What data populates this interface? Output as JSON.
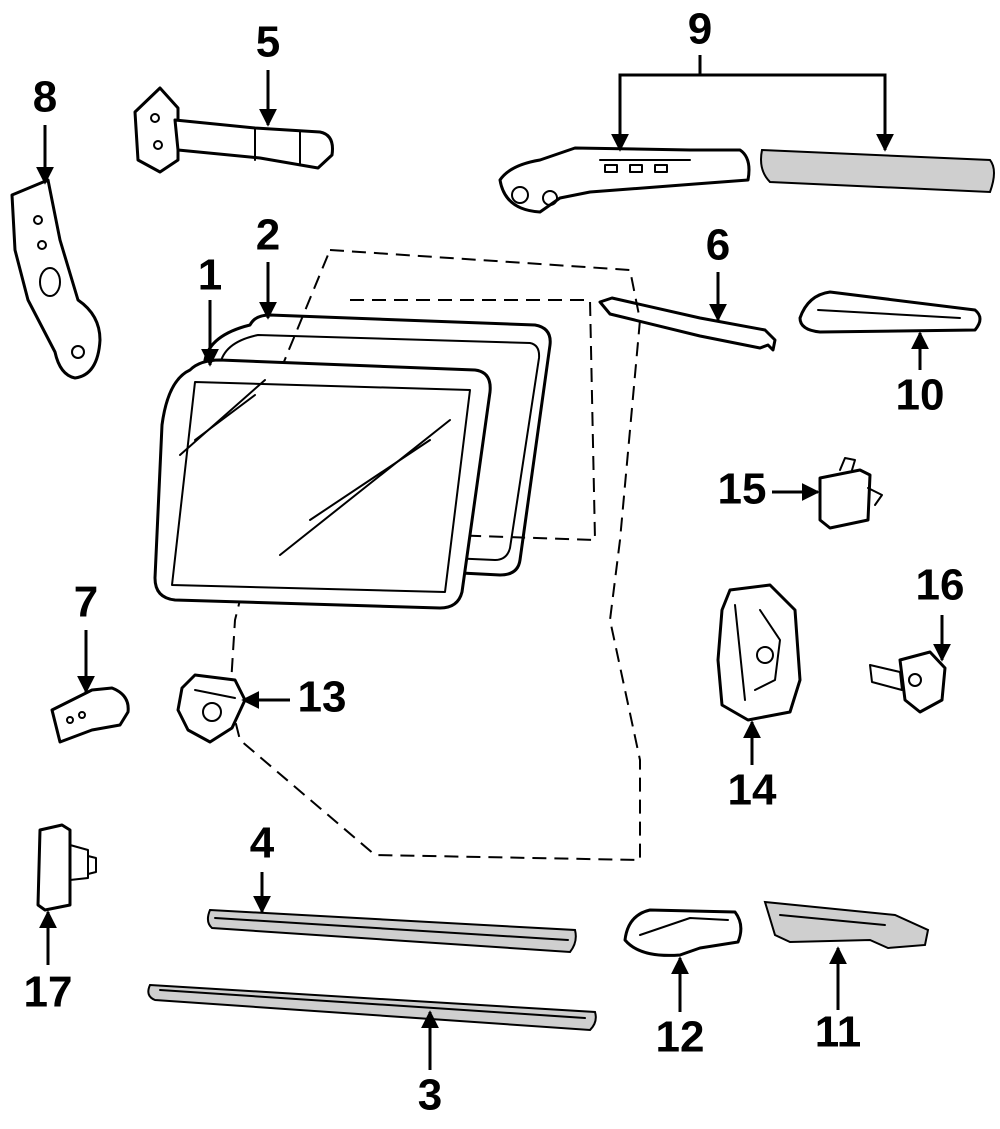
{
  "colors": {
    "ink": "#000000",
    "paper": "#ffffff",
    "shade": "#cfcfcf"
  },
  "callouts": [
    {
      "id": "1",
      "label": "1"
    },
    {
      "id": "2",
      "label": "2"
    },
    {
      "id": "3",
      "label": "3"
    },
    {
      "id": "4",
      "label": "4"
    },
    {
      "id": "5",
      "label": "5"
    },
    {
      "id": "6",
      "label": "6"
    },
    {
      "id": "7",
      "label": "7"
    },
    {
      "id": "8",
      "label": "8"
    },
    {
      "id": "9",
      "label": "9"
    },
    {
      "id": "10",
      "label": "10"
    },
    {
      "id": "11",
      "label": "11"
    },
    {
      "id": "12",
      "label": "12"
    },
    {
      "id": "13",
      "label": "13"
    },
    {
      "id": "14",
      "label": "14"
    },
    {
      "id": "15",
      "label": "15"
    },
    {
      "id": "16",
      "label": "16"
    },
    {
      "id": "17",
      "label": "17"
    }
  ]
}
